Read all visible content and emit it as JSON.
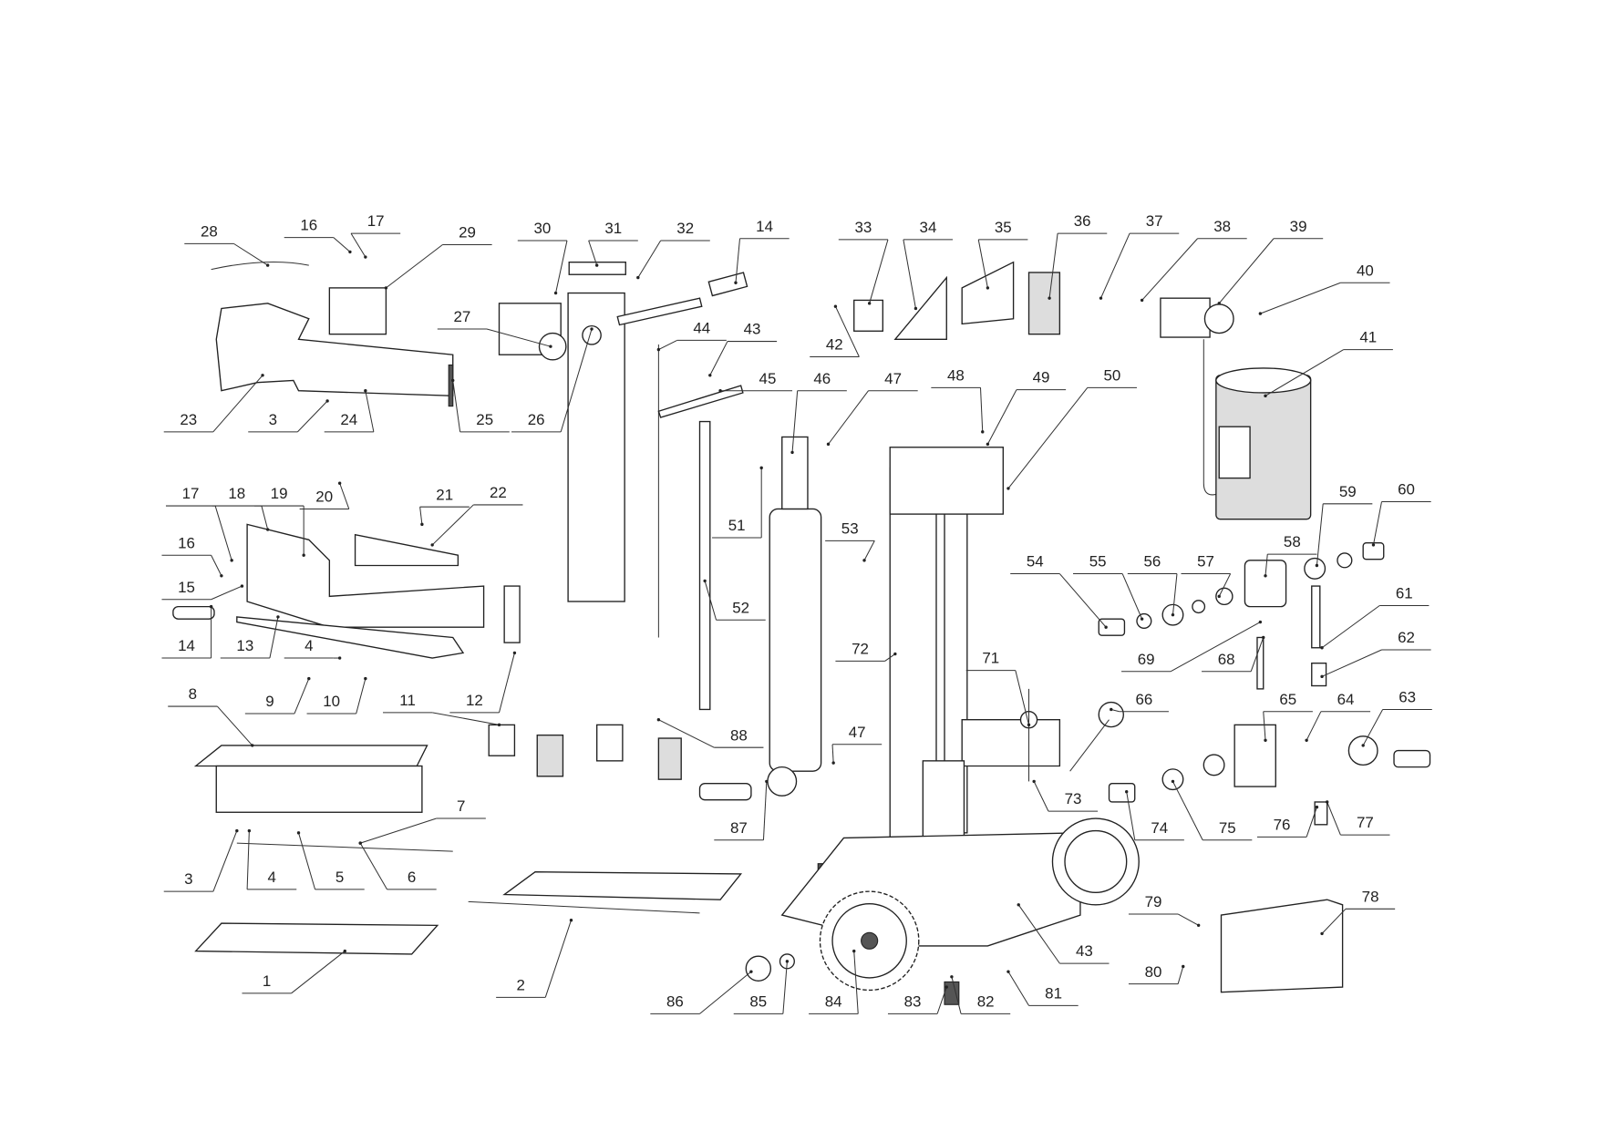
{
  "diagram": {
    "type": "exploded-parts-view",
    "part_labels": [
      "28",
      "16",
      "17",
      "29",
      "23",
      "3",
      "24",
      "25",
      "26",
      "27",
      "30",
      "31",
      "32",
      "14",
      "33",
      "34",
      "35",
      "36",
      "37",
      "38",
      "39",
      "40",
      "41",
      "42",
      "44",
      "43",
      "45",
      "46",
      "47",
      "48",
      "49",
      "50",
      "51",
      "52",
      "53",
      "54",
      "55",
      "56",
      "57",
      "58",
      "59",
      "60",
      "61",
      "62",
      "68",
      "69",
      "72",
      "71",
      "66",
      "65",
      "64",
      "63",
      "73",
      "74",
      "75",
      "76",
      "77",
      "47",
      "88",
      "87",
      "11",
      "12",
      "8",
      "7",
      "3",
      "4",
      "5",
      "6",
      "1",
      "2",
      "86",
      "85",
      "84",
      "83",
      "82",
      "81",
      "43",
      "78",
      "79",
      "80",
      "17",
      "18",
      "19",
      "20",
      "21",
      "22",
      "16",
      "15",
      "14",
      "13",
      "4",
      "9",
      "10"
    ]
  }
}
